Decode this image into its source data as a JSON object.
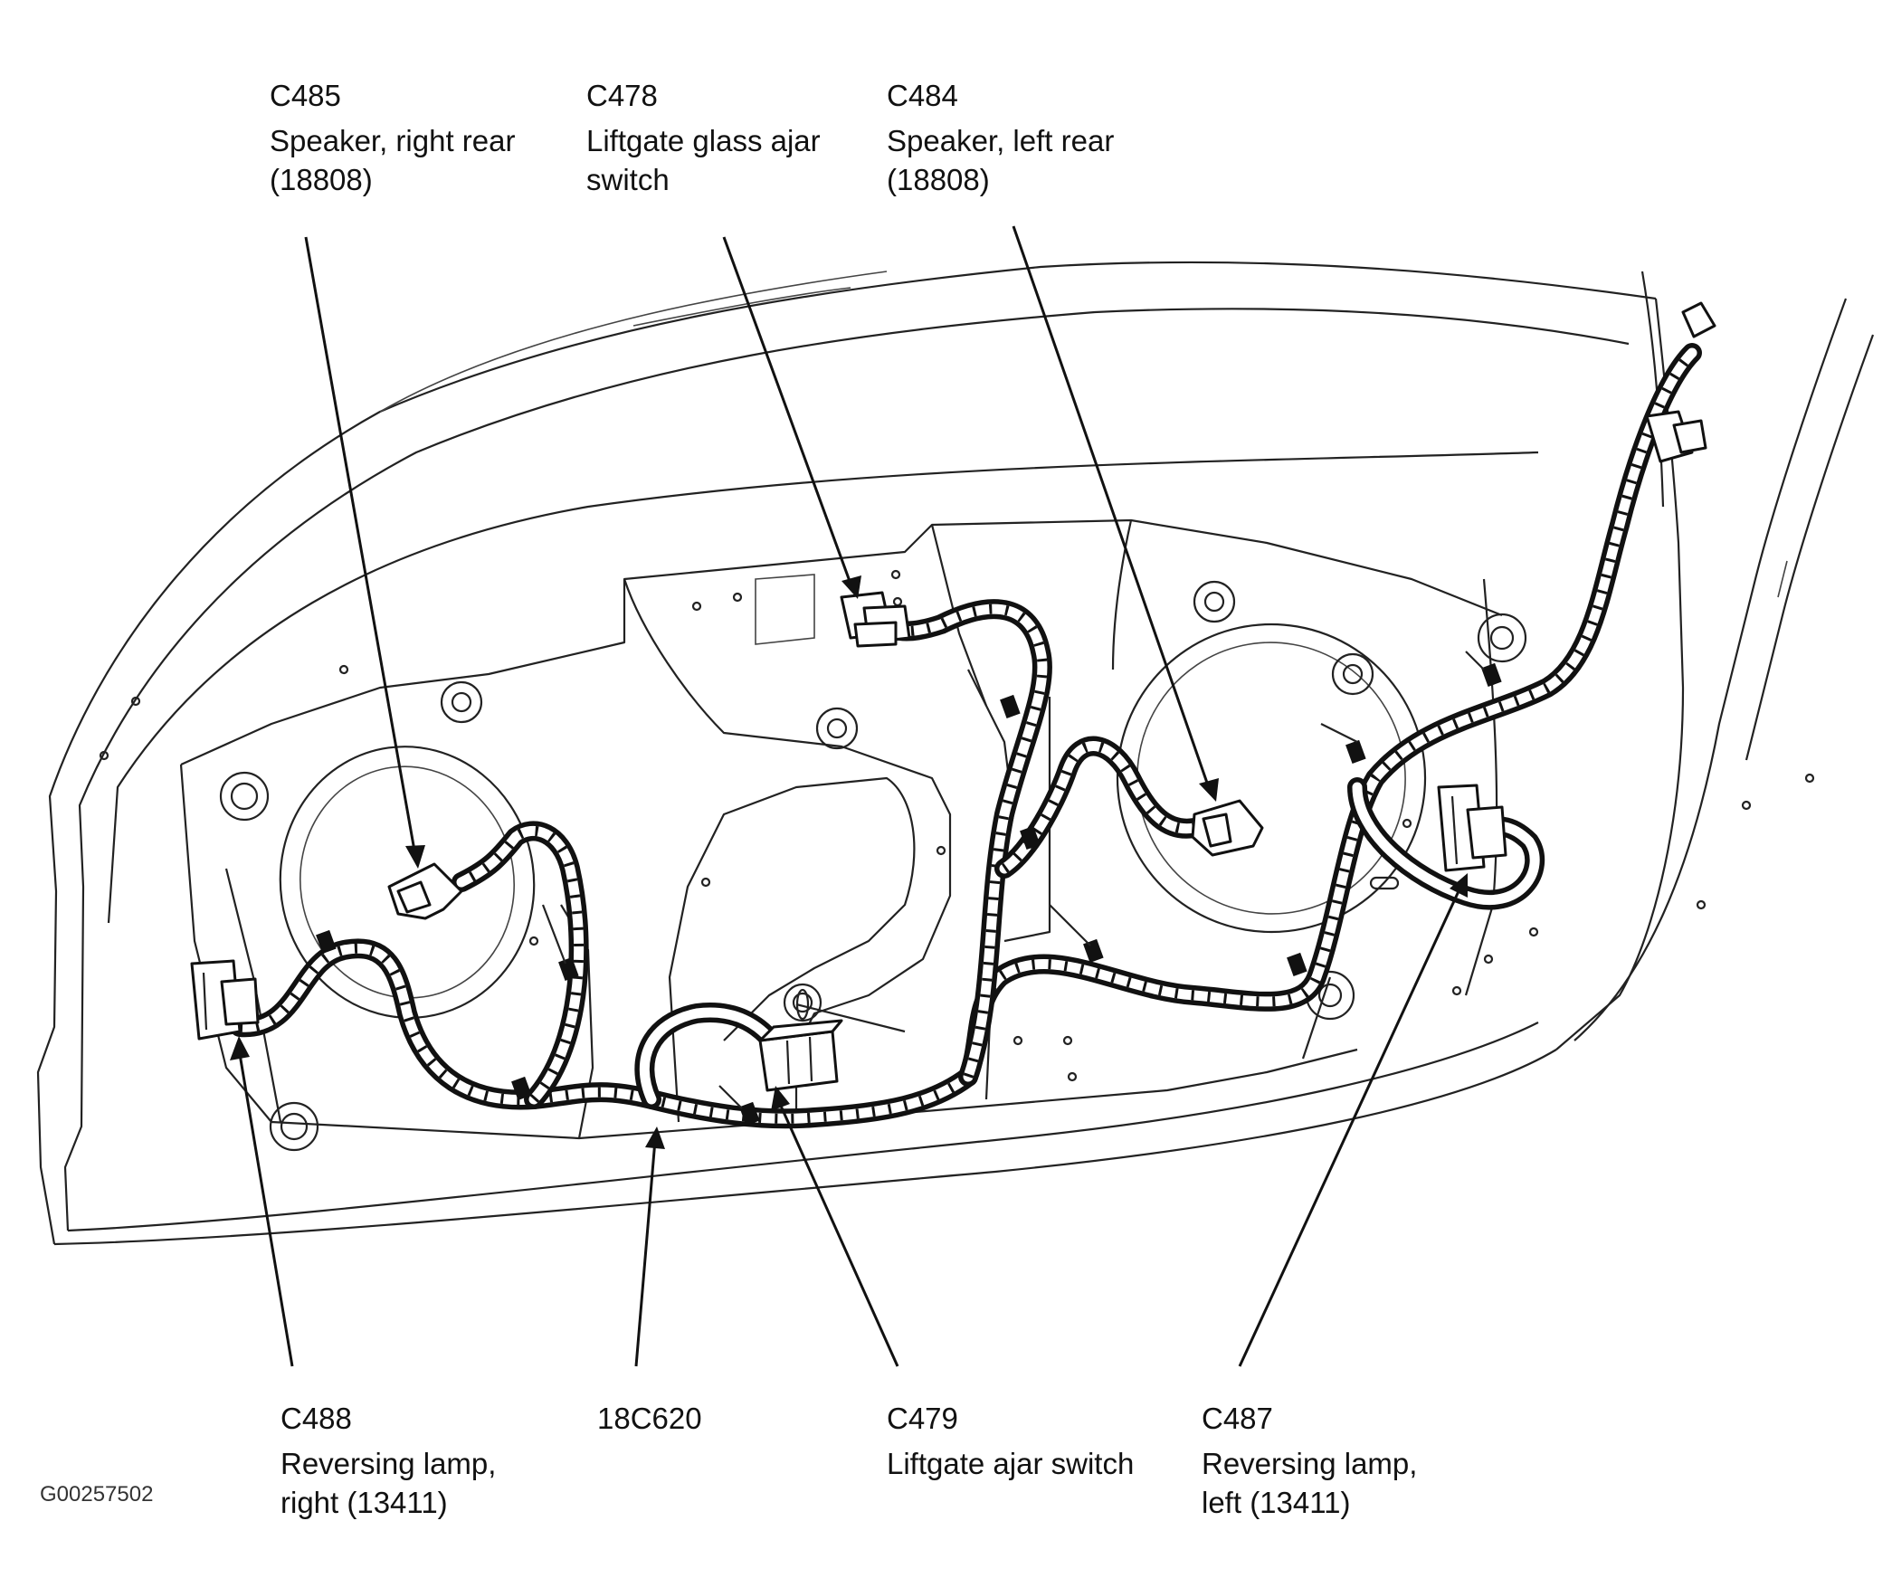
{
  "diagram": {
    "figure_id": "G00257502",
    "colors": {
      "line": "#111111",
      "background": "#ffffff"
    },
    "harness": {
      "label": "18C620"
    },
    "callouts": [
      {
        "id": "c485",
        "code": "C485",
        "desc_lines": [
          "Speaker, right rear",
          "(18808)"
        ]
      },
      {
        "id": "c478",
        "code": "C478",
        "desc_lines": [
          "Liftgate glass ajar",
          "switch"
        ]
      },
      {
        "id": "c484",
        "code": "C484",
        "desc_lines": [
          "Speaker, left rear",
          "(18808)"
        ]
      },
      {
        "id": "c488",
        "code": "C488",
        "desc_lines": [
          "Reversing lamp,",
          "right (13411)"
        ]
      },
      {
        "id": "harness",
        "code": "18C620",
        "desc_lines": []
      },
      {
        "id": "c479",
        "code": "C479",
        "desc_lines": [
          "Liftgate ajar switch"
        ]
      },
      {
        "id": "c487",
        "code": "C487",
        "desc_lines": [
          "Reversing lamp,",
          "left (13411)"
        ]
      }
    ]
  }
}
